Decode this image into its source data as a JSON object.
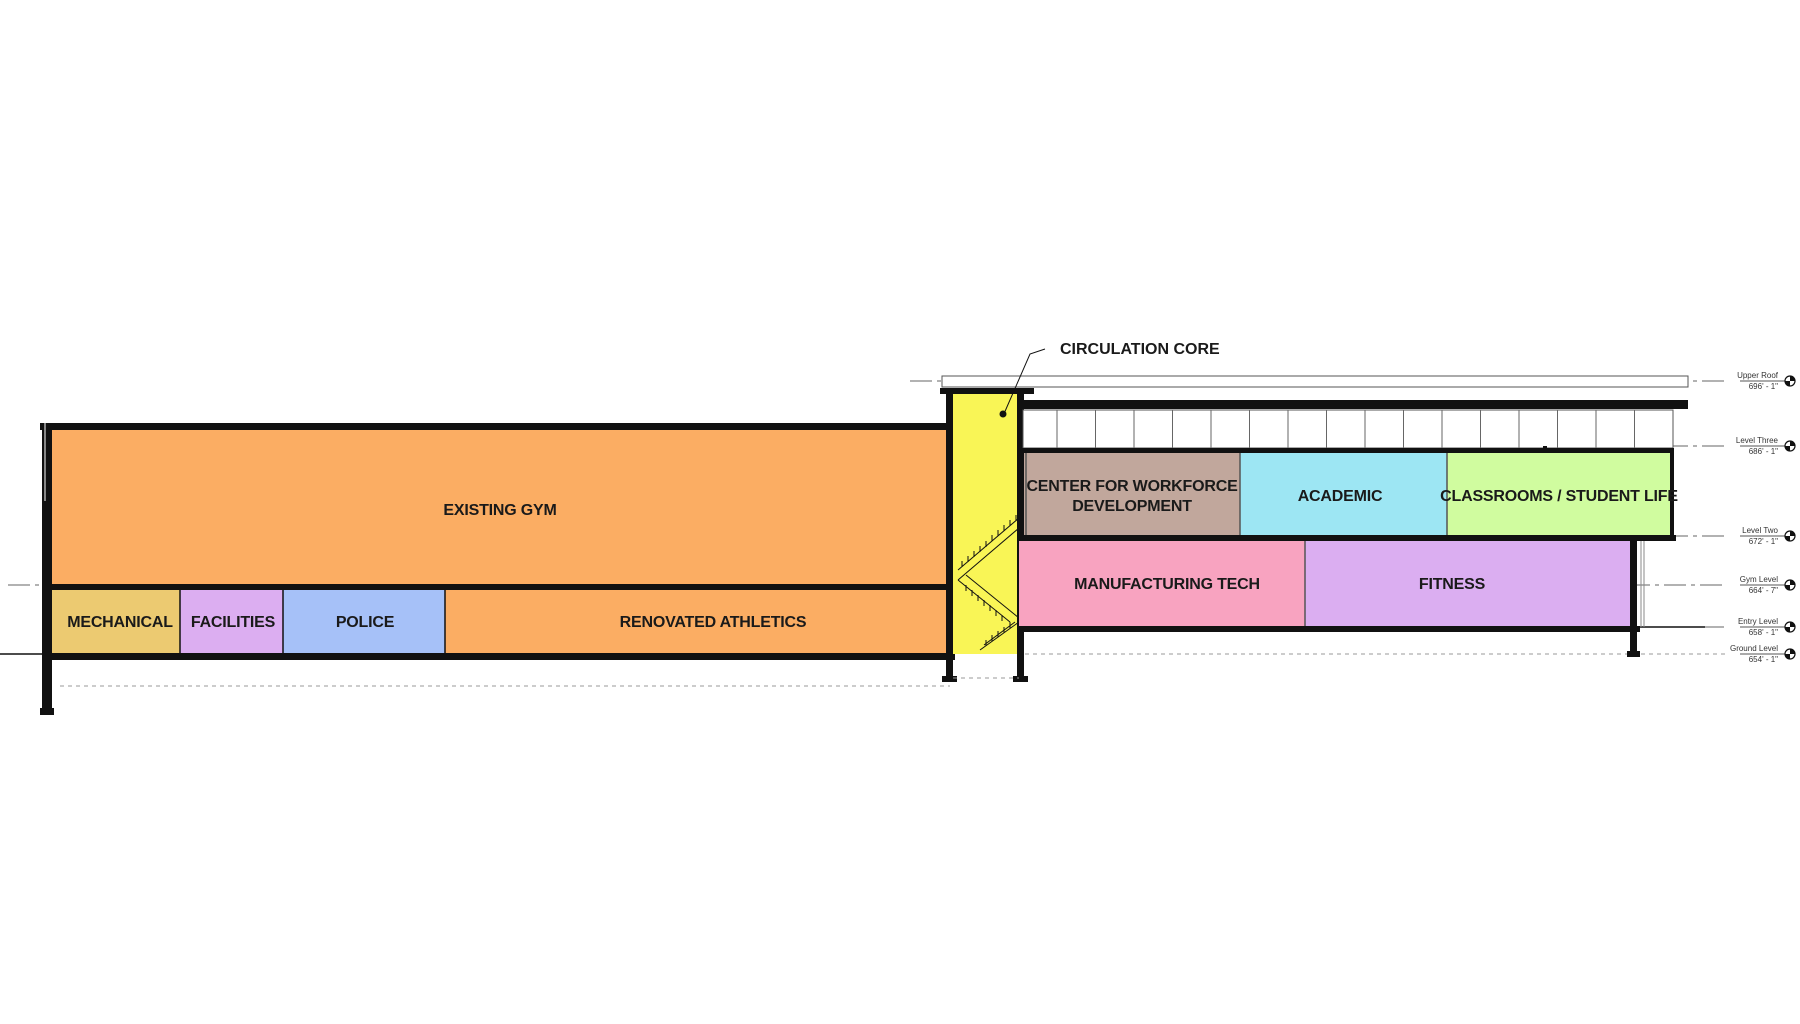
{
  "colors": {
    "existing_gym": "#fbad63",
    "renovated_athletics": "#fbad63",
    "mechanical": "#ecca71",
    "facilities": "#dcaef1",
    "police": "#a6c1f8",
    "circulation_core": "#f9f556",
    "workforce": "#c1a79c",
    "academic": "#9de6f3",
    "classrooms": "#d0fc9f",
    "manufacturing": "#f8a3c0",
    "fitness": "#dbaef1",
    "wall": "#111111"
  },
  "rooms": {
    "existing_gym": "EXISTING GYM",
    "mechanical": "MECHANICAL",
    "facilities": "FACILITIES",
    "police": "POLICE",
    "renovated_athletics": "RENOVATED ATHLETICS",
    "workforce_line1": "CENTER FOR WORKFORCE",
    "workforce_line2": "DEVELOPMENT",
    "academic": "ACADEMIC",
    "classrooms": "CLASSROOMS / STUDENT LIFE",
    "manufacturing": "MANUFACTURING TECH",
    "fitness": "FITNESS"
  },
  "callout": {
    "label": "CIRCULATION CORE"
  },
  "levels": [
    {
      "name": "Upper Roof",
      "elevation": "696' - 1\""
    },
    {
      "name": "Level Three",
      "elevation": "686' - 1\""
    },
    {
      "name": "Level Two",
      "elevation": "672' - 1\""
    },
    {
      "name": "Gym Level",
      "elevation": "664' - 7\""
    },
    {
      "name": "Entry Level",
      "elevation": "658' - 1\""
    },
    {
      "name": "Ground Level",
      "elevation": "654' - 1\""
    }
  ]
}
